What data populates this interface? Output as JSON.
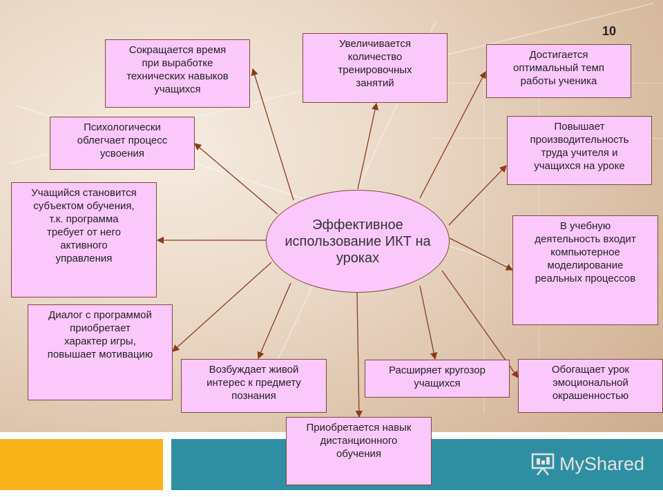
{
  "page_number": "10",
  "center": {
    "text": "Эффективное использование ИКТ на уроках"
  },
  "boxes": {
    "time": {
      "lines": [
        "Сокращается время",
        "при выработке",
        "технических навыков",
        "учащихся"
      ]
    },
    "trainings": {
      "lines": [
        "Увеличивается",
        "количество",
        "тренировочных",
        "занятий"
      ]
    },
    "tempo": {
      "lines": [
        "Достигается",
        "оптимальный темп",
        "работы ученика"
      ]
    },
    "psych": {
      "lines": [
        "Психологически",
        "облегчает процесс",
        "усвоения"
      ]
    },
    "productivity": {
      "lines": [
        "Повышает",
        "производительность",
        "труда учителя и",
        "учащихся на уроке"
      ]
    },
    "subject": {
      "lines": [
        "Учащийся становится",
        "субъектом обучения,",
        "т.к. программа",
        "требует от него",
        "активного",
        "управления"
      ]
    },
    "modeling": {
      "lines": [
        "В учебную",
        "деятельность входит",
        "компьютерное",
        "моделирование",
        "реальных процессов"
      ]
    },
    "dialog": {
      "lines": [
        "Диалог с программой",
        "приобретает",
        "характер игры,",
        "повышает мотивацию"
      ]
    },
    "interest": {
      "lines": [
        "Возбуждает живой",
        "интерес к предмету",
        "познания"
      ]
    },
    "outlook": {
      "lines": [
        "Расширяет кругозор",
        "учащихся"
      ]
    },
    "emotional": {
      "lines": [
        "Обогащает урок",
        "эмоциональной",
        "окрашенностью"
      ]
    },
    "distance": {
      "lines": [
        "Приобретается навык",
        "дистанционного",
        "обучения"
      ]
    }
  },
  "footer": {
    "logo_text": "MyShared",
    "accent_orange": "#f8b318",
    "accent_teal": "#2f8fa2"
  },
  "colors": {
    "box_fill": "#fbc8fb",
    "arrow": "#8b3a1e"
  }
}
